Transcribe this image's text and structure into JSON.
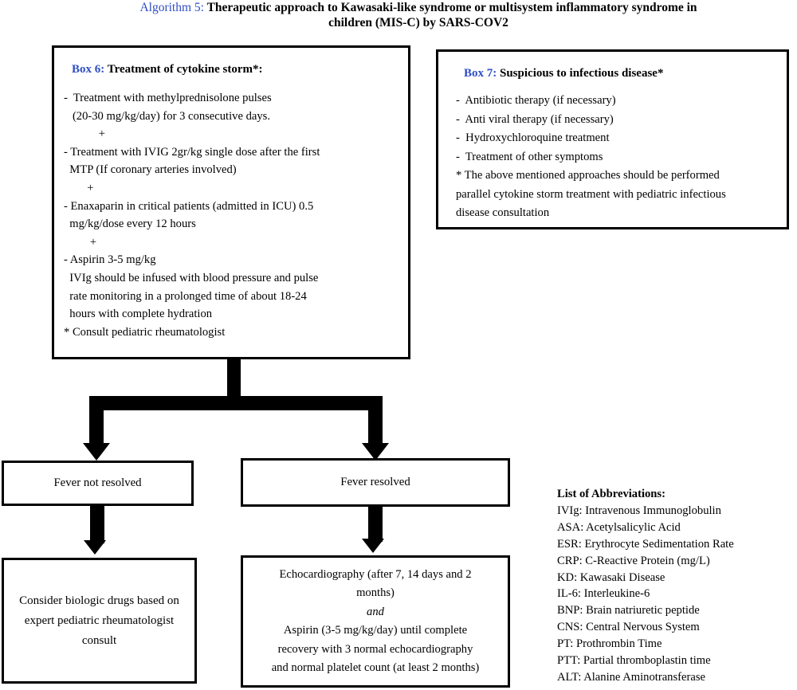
{
  "title": {
    "prefix": "Algorithm 5:",
    "rest": " Therapeutic approach to Kawasaki-like syndrome or multisystem inflammatory syndrome in children (MIS-C) by SARS-COV2"
  },
  "box6": {
    "label": "Box 6:",
    "heading": " Treatment of cytokine storm*:",
    "lines": [
      "-  Treatment with methylprednisolone pulses",
      "   (20-30 mg/kg/day) for 3 consecutive days.",
      "            +",
      "- Treatment with IVIG 2gr/kg single dose after the first",
      "  MTP (If coronary arteries involved)",
      "        +",
      "- Enaxaparin in critical patients (admitted in ICU) 0.5",
      "  mg/kg/dose every 12 hours",
      "         +",
      "- Aspirin 3-5 mg/kg",
      "  IVIg should be infused with blood pressure and pulse",
      "  rate monitoring in a prolonged time of about 18-24",
      "  hours with complete hydration",
      "* Consult pediatric rheumatologist"
    ]
  },
  "box7": {
    "label": "Box 7:",
    "heading": " Suspicious to infectious disease*",
    "lines": [
      "-  Antibiotic therapy (if necessary)",
      "-  Anti viral therapy (if necessary)",
      "-  Hydroxychloroquine treatment",
      "-  Treatment of other symptoms",
      "* The above mentioned approaches should be performed",
      "parallel cytokine storm treatment with pediatric infectious",
      "disease consultation"
    ]
  },
  "decisions": {
    "fever_not_resolved": "Fever not resolved",
    "fever_resolved": "Fever resolved"
  },
  "outcomes": {
    "biologic": "Consider biologic drugs based on expert pediatric rheumatologist consult",
    "echo_line1": "Echocardiography (after 7, 14 days and 2",
    "echo_line2": "months)",
    "echo_and": "and",
    "echo_line3": "Aspirin (3-5 mg/kg/day) until complete",
    "echo_line4": "recovery with 3 normal echocardiography",
    "echo_line5": "and normal platelet count (at least 2 months)"
  },
  "abbreviations": {
    "title": "List of Abbreviations:",
    "items": [
      "IVIg: Intravenous Immunoglobulin",
      "ASA: Acetylsalicylic Acid",
      "ESR: Erythrocyte Sedimentation Rate",
      "CRP: C-Reactive Protein (mg/L)",
      "KD: Kawasaki Disease",
      "IL-6: Interleukine-6",
      "BNP: Brain natriuretic peptide",
      "CNS: Central Nervous System",
      "PT: Prothrombin Time",
      "PTT: Partial thromboplastin time",
      "ALT: Alanine Aminotransferase"
    ]
  },
  "colors": {
    "accent_blue": "#2f4ec4",
    "stroke": "#000000",
    "background": "#ffffff"
  }
}
